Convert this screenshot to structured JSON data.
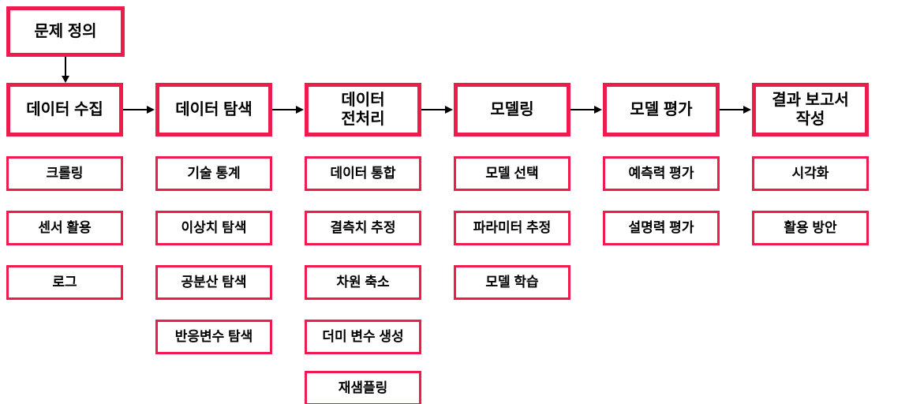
{
  "colors": {
    "accent": "#ED1C4D",
    "text": "#000000",
    "background": "#FFFFFF",
    "arrow": "#000000"
  },
  "flowchart": {
    "start_box": {
      "label": "문제 정의"
    },
    "columns": [
      {
        "header": "데이터 수집",
        "items": [
          "크롤링",
          "센서 활용",
          "로그"
        ]
      },
      {
        "header": "데이터 탐색",
        "items": [
          "기술 통계",
          "이상치 탐색",
          "공분산 탐색",
          "반응변수 탐색"
        ]
      },
      {
        "header": "데이터\n전처리",
        "items": [
          "데이터 통합",
          "결측치 추정",
          "차원 축소",
          "더미 변수 생성",
          "재샘플링"
        ]
      },
      {
        "header": "모델링",
        "items": [
          "모델 선택",
          "파라미터 추정",
          "모델 학습"
        ]
      },
      {
        "header": "모델 평가",
        "items": [
          "예측력 평가",
          "설명력 평가"
        ]
      },
      {
        "header": "결과 보고서\n작성",
        "items": [
          "시각화",
          "활용 방안"
        ]
      }
    ]
  }
}
